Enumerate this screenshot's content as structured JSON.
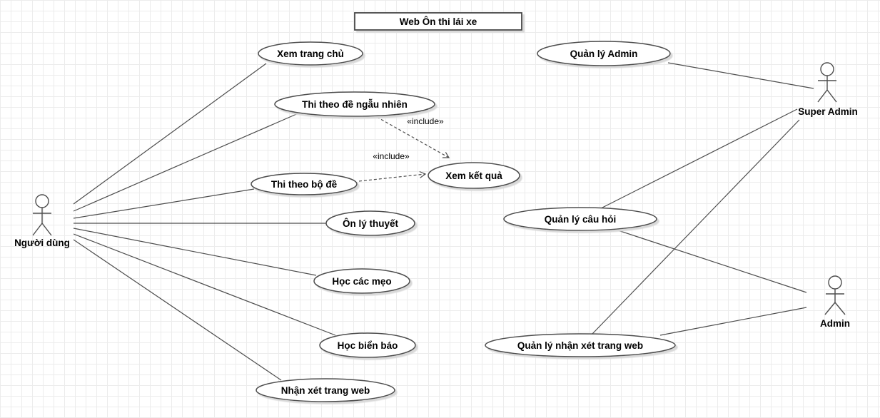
{
  "diagram": {
    "title": "Web Ôn thi lái xe",
    "actors": [
      {
        "id": "nguoi-dung",
        "label": "Người dùng"
      },
      {
        "id": "super-admin",
        "label": "Super Admin"
      },
      {
        "id": "admin",
        "label": "Admin"
      }
    ],
    "use_cases": [
      {
        "id": "xem-trang-chu",
        "label": "Xem trang chủ"
      },
      {
        "id": "thi-theo-de-ngau-nhien",
        "label": "Thi theo đề ngẫu nhiên"
      },
      {
        "id": "thi-theo-bo-de",
        "label": "Thi theo bộ đề"
      },
      {
        "id": "xem-ket-qua",
        "label": "Xem kết quả"
      },
      {
        "id": "on-ly-thuyet",
        "label": "Ôn lý thuyết"
      },
      {
        "id": "hoc-cac-meo",
        "label": "Học các mẹo"
      },
      {
        "id": "hoc-bien-bao",
        "label": "Học biển báo"
      },
      {
        "id": "nhan-xet-trang-web",
        "label": "Nhận xét trang web"
      },
      {
        "id": "quan-ly-admin",
        "label": "Quản lý Admin"
      },
      {
        "id": "quan-ly-cau-hoi",
        "label": "Quản lý câu hỏi"
      },
      {
        "id": "quan-ly-nhan-xet-trang-web",
        "label": "Quản lý nhận xét trang web"
      }
    ],
    "stereotypes": {
      "include": "«include»"
    },
    "connections": [
      {
        "from": "Người dùng",
        "to": "Xem trang chủ",
        "type": "association"
      },
      {
        "from": "Người dùng",
        "to": "Thi theo đề ngẫu nhiên",
        "type": "association"
      },
      {
        "from": "Người dùng",
        "to": "Thi theo bộ đề",
        "type": "association"
      },
      {
        "from": "Người dùng",
        "to": "Ôn lý thuyết",
        "type": "association"
      },
      {
        "from": "Người dùng",
        "to": "Học các mẹo",
        "type": "association"
      },
      {
        "from": "Người dùng",
        "to": "Học biển báo",
        "type": "association"
      },
      {
        "from": "Người dùng",
        "to": "Nhận xét trang web",
        "type": "association"
      },
      {
        "from": "Thi theo đề ngẫu nhiên",
        "to": "Xem kết quả",
        "type": "include"
      },
      {
        "from": "Thi theo bộ đề",
        "to": "Xem kết quả",
        "type": "include"
      },
      {
        "from": "Quản lý Admin",
        "to": "Super Admin",
        "type": "association"
      },
      {
        "from": "Quản lý câu hỏi",
        "to": "Super Admin",
        "type": "association"
      },
      {
        "from": "Quản lý câu hỏi",
        "to": "Admin",
        "type": "association"
      },
      {
        "from": "Quản lý nhận xét trang web",
        "to": "Super Admin",
        "type": "association"
      },
      {
        "from": "Quản lý nhận xét trang web",
        "to": "Admin",
        "type": "association"
      }
    ],
    "colors": {
      "stroke": "#4d4d4d",
      "fill": "#ffffff",
      "shadow": "#d9d9d9",
      "grid": "#ececec",
      "text": "#000000"
    }
  }
}
